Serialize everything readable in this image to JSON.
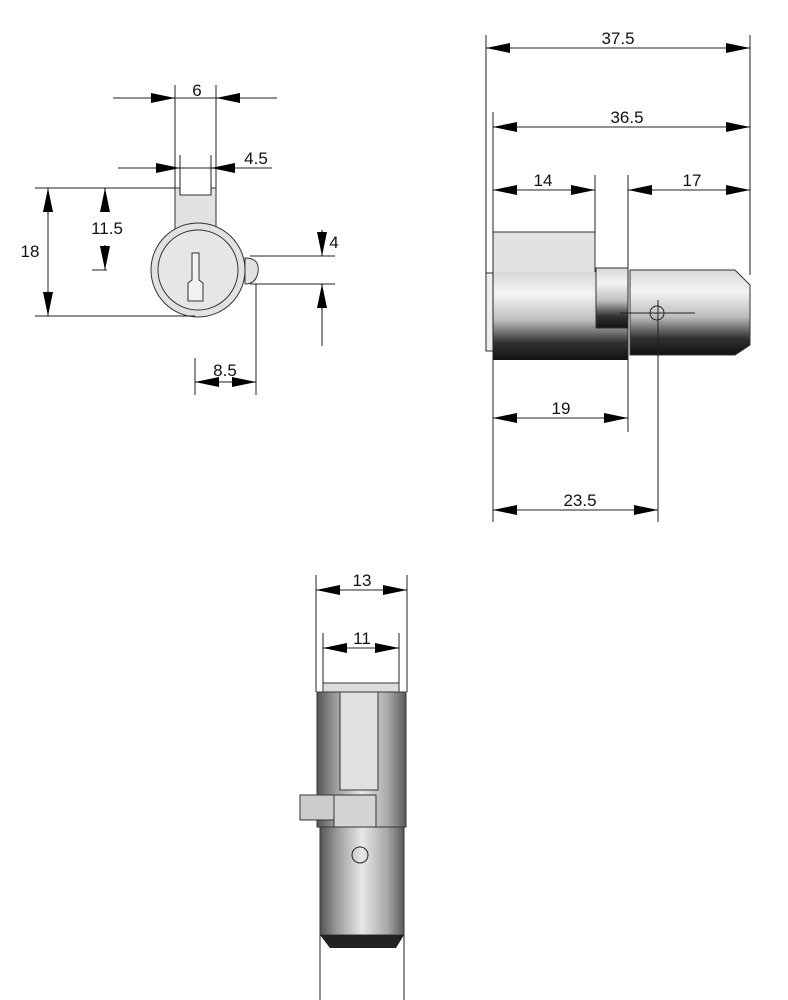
{
  "front_view": {
    "dims": {
      "tab_width": "6",
      "notch_width": "4.5",
      "total_height": "18",
      "center_height": "11.5",
      "nub_height": "4",
      "nub_offset": "8.5"
    }
  },
  "side_view": {
    "dims": {
      "overall_length": "37.5",
      "body_length": "36.5",
      "tab_length": "14",
      "plug_length": "17",
      "step_position": "19",
      "hole_position": "23.5"
    }
  },
  "bottom_view": {
    "dims": {
      "body_diameter": "13",
      "cap_diameter": "11"
    }
  },
  "colors": {
    "fill_light": "#e2e2e2",
    "line": "#222222"
  }
}
